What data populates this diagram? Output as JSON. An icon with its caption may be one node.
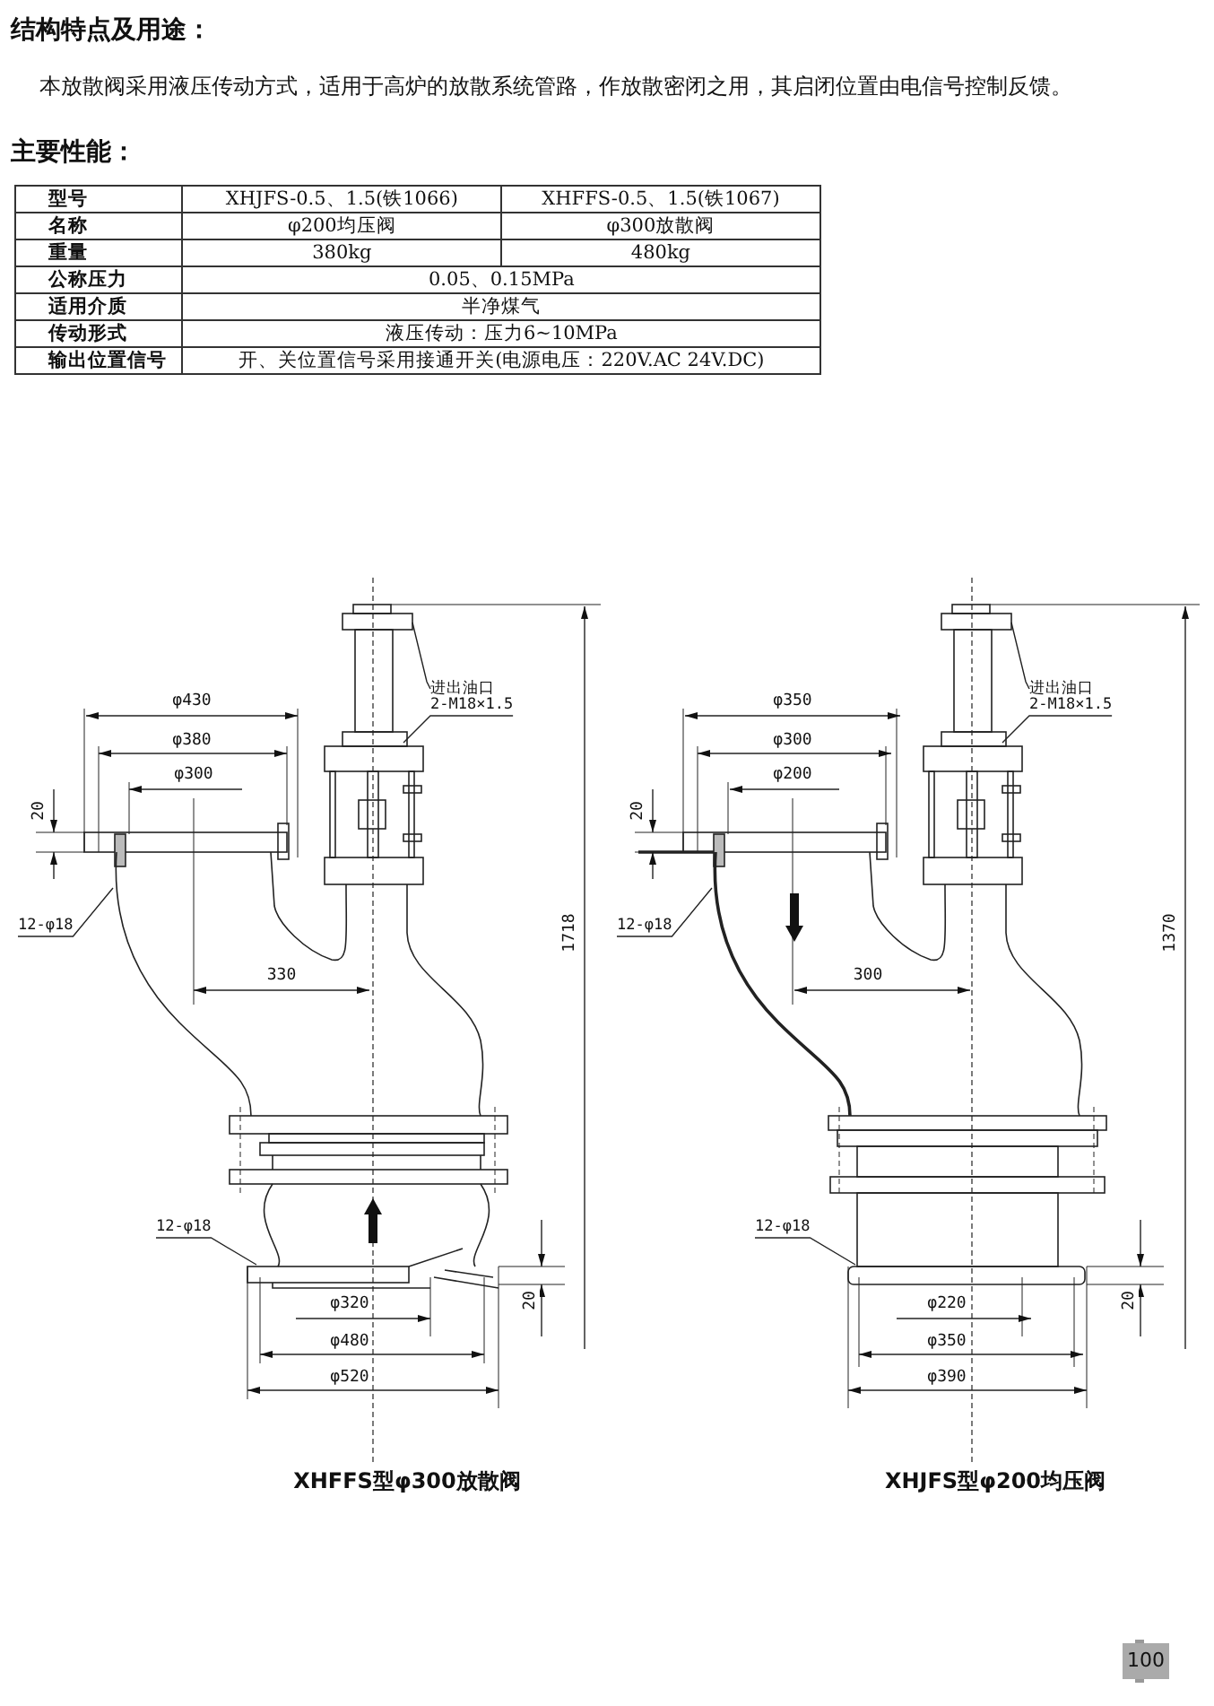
{
  "diagram": {
    "nodes": [
      {
        "text": [
          "进出油口",
          "2-M18×1.5"
        ]
      },
      {
        "text": [
          "12-φ18"
        ]
      },
      {
        "text": [
          "12-φ18"
        ]
      },
      {
        "text": [
          "进出油口",
          "2-M18×1.5"
        ]
      },
      {
        "text": [
          "12-φ18"
        ]
      },
      {
        "text": [
          "12-φ18"
        ]
      }
    ],
    "edges": [
      {
        "from": 0,
        "to": null,
        "arrow": "none"
      },
      {
        "from": 0,
        "to": null,
        "arrow": "none"
      },
      {
        "from": 1,
        "to": null,
        "arrow": "none"
      },
      {
        "from": 2,
        "to": null,
        "arrow": "none"
      },
      {
        "from": 3,
        "to": null,
        "arrow": "none"
      },
      {
        "from": 3,
        "to": null,
        "arrow": "none"
      },
      {
        "from": 4,
        "to": null,
        "arrow": "none"
      },
      {
        "from": 5,
        "to": null,
        "arrow": "none"
      }
    ],
    "labels": [
      "结构特点及用途：",
      "本放散阀采用液压传动方式，适用于高炉的放散系统管路，作放散密闭之用，其启闭位置由电信号控制反馈。",
      "主要性能：",
      "型号",
      "XHJFS-0.5、1.5(铁1066)",
      "XHFFS-0.5、1.5(铁1067)",
      "名称",
      "φ200均压阀",
      "φ300放散阀",
      "重量",
      "380kg",
      "480kg",
      "公称压力",
      "0.05、0.15MPa",
      "适用介质",
      "半净煤气",
      "传动形式",
      "液压传动：压力6~10MPa",
      "输出位置信号",
      "开、关位置信号采用接通开关(电源电压：220V.AC 24V.DC)",
      "φ430",
      "φ380",
      "φ300",
      "20",
      "330",
      "1718",
      "φ320",
      "φ480",
      "φ520",
      "20",
      "XHFFS型φ300放散阀",
      "φ350",
      "φ300",
      "φ200",
      "20",
      "300",
      "1370",
      "φ220",
      "φ350",
      "φ390",
      "20",
      "XHJFS型φ200均压阀",
      "100"
    ]
  }
}
